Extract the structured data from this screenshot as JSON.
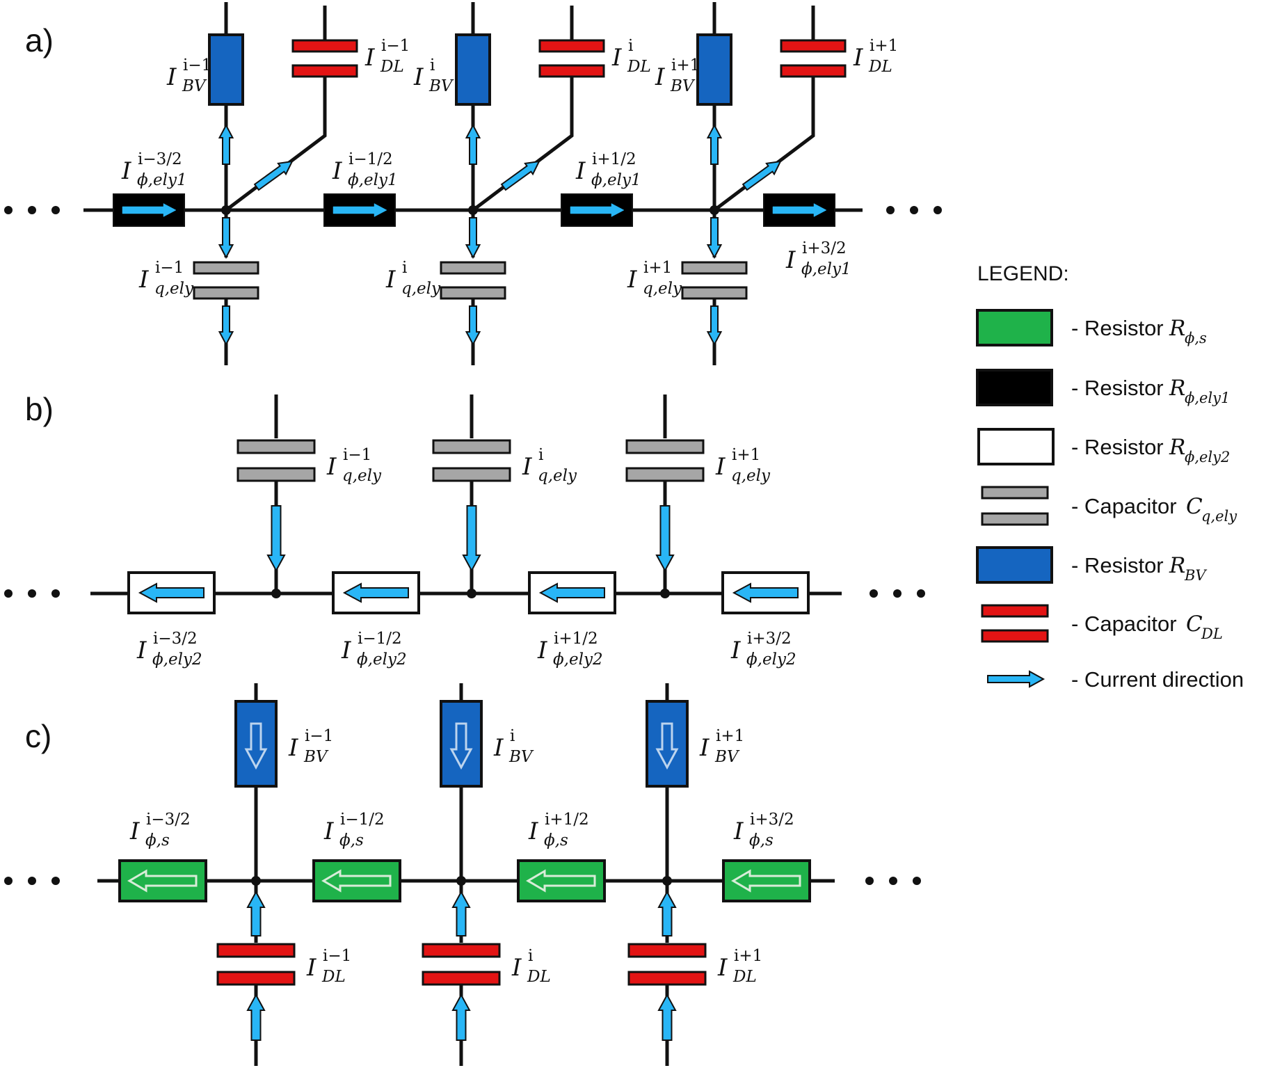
{
  "colors": {
    "resistor_phi_s": "#1fb24a",
    "resistor_phi_ely1": "#000000",
    "resistor_phi_ely2": "#ffffff",
    "capacitor_q_ely": "#a6a6a6",
    "resistor_bv": "#1565c0",
    "capacitor_dl": "#e31414",
    "current_arrow": "#29b6f6",
    "wire": "#111111"
  },
  "panels": {
    "a": {
      "label": "a)",
      "bv_labels": [
        {
          "base": "I",
          "sup": "i−1",
          "sub": "BV"
        },
        {
          "base": "I",
          "sup": "i",
          "sub": "BV"
        },
        {
          "base": "I",
          "sup": "i+1",
          "sub": "BV"
        }
      ],
      "dl_labels": [
        {
          "base": "I",
          "sup": "i−1",
          "sub": "DL"
        },
        {
          "base": "I",
          "sup": "i",
          "sub": "DL"
        },
        {
          "base": "I",
          "sup": "i+1",
          "sub": "DL"
        }
      ],
      "res_labels": [
        {
          "base": "I",
          "sup": "i−3/2",
          "sub": "ϕ,ely1"
        },
        {
          "base": "I",
          "sup": "i−1/2",
          "sub": "ϕ,ely1"
        },
        {
          "base": "I",
          "sup": "i+1/2",
          "sub": "ϕ,ely1"
        },
        {
          "base": "I",
          "sup": "i+3/2",
          "sub": "ϕ,ely1"
        }
      ],
      "cap_labels": [
        {
          "base": "I",
          "sup": "i−1",
          "sub": "q,ely"
        },
        {
          "base": "I",
          "sup": "i",
          "sub": "q,ely"
        },
        {
          "base": "I",
          "sup": "i+1",
          "sub": "q,ely"
        }
      ]
    },
    "b": {
      "label": "b)",
      "cap_labels": [
        {
          "base": "I",
          "sup": "i−1",
          "sub": "q,ely"
        },
        {
          "base": "I",
          "sup": "i",
          "sub": "q,ely"
        },
        {
          "base": "I",
          "sup": "i+1",
          "sub": "q,ely"
        }
      ],
      "res_labels": [
        {
          "base": "I",
          "sup": "i−3/2",
          "sub": "ϕ,ely2"
        },
        {
          "base": "I",
          "sup": "i−1/2",
          "sub": "ϕ,ely2"
        },
        {
          "base": "I",
          "sup": "i+1/2",
          "sub": "ϕ,ely2"
        },
        {
          "base": "I",
          "sup": "i+3/2",
          "sub": "ϕ,ely2"
        }
      ]
    },
    "c": {
      "label": "c)",
      "bv_labels": [
        {
          "base": "I",
          "sup": "i−1",
          "sub": "BV"
        },
        {
          "base": "I",
          "sup": "i",
          "sub": "BV"
        },
        {
          "base": "I",
          "sup": "i+1",
          "sub": "BV"
        }
      ],
      "res_labels": [
        {
          "base": "I",
          "sup": "i−3/2",
          "sub": "ϕ,s"
        },
        {
          "base": "I",
          "sup": "i−1/2",
          "sub": "ϕ,s"
        },
        {
          "base": "I",
          "sup": "i+1/2",
          "sub": "ϕ,s"
        },
        {
          "base": "I",
          "sup": "i+3/2",
          "sub": "ϕ,s"
        }
      ],
      "dl_labels": [
        {
          "base": "I",
          "sup": "i−1",
          "sub": "DL"
        },
        {
          "base": "I",
          "sup": "i",
          "sub": "DL"
        },
        {
          "base": "I",
          "sup": "i+1",
          "sub": "DL"
        }
      ]
    }
  },
  "legend": {
    "title": "LEGEND:",
    "items": [
      {
        "text": "- Resistor",
        "sym": "R",
        "sub": "ϕ,s",
        "icon": "green-resistor-icon"
      },
      {
        "text": "- Resistor",
        "sym": "R",
        "sub": "ϕ,ely1",
        "icon": "black-resistor-icon"
      },
      {
        "text": "- Resistor",
        "sym": "R",
        "sub": "ϕ,ely2",
        "icon": "white-resistor-icon"
      },
      {
        "text": "- Capacitor",
        "sym": "C",
        "sub": "q,ely",
        "icon": "gray-capacitor-icon"
      },
      {
        "text": "- Resistor",
        "sym": "R",
        "sub": "BV",
        "icon": "blue-resistor-icon"
      },
      {
        "text": "- Capacitor",
        "sym": "C",
        "sub": "DL",
        "icon": "red-capacitor-icon"
      },
      {
        "text": "- Current direction",
        "sym": "",
        "sub": "",
        "icon": "arrow-icon"
      }
    ]
  }
}
